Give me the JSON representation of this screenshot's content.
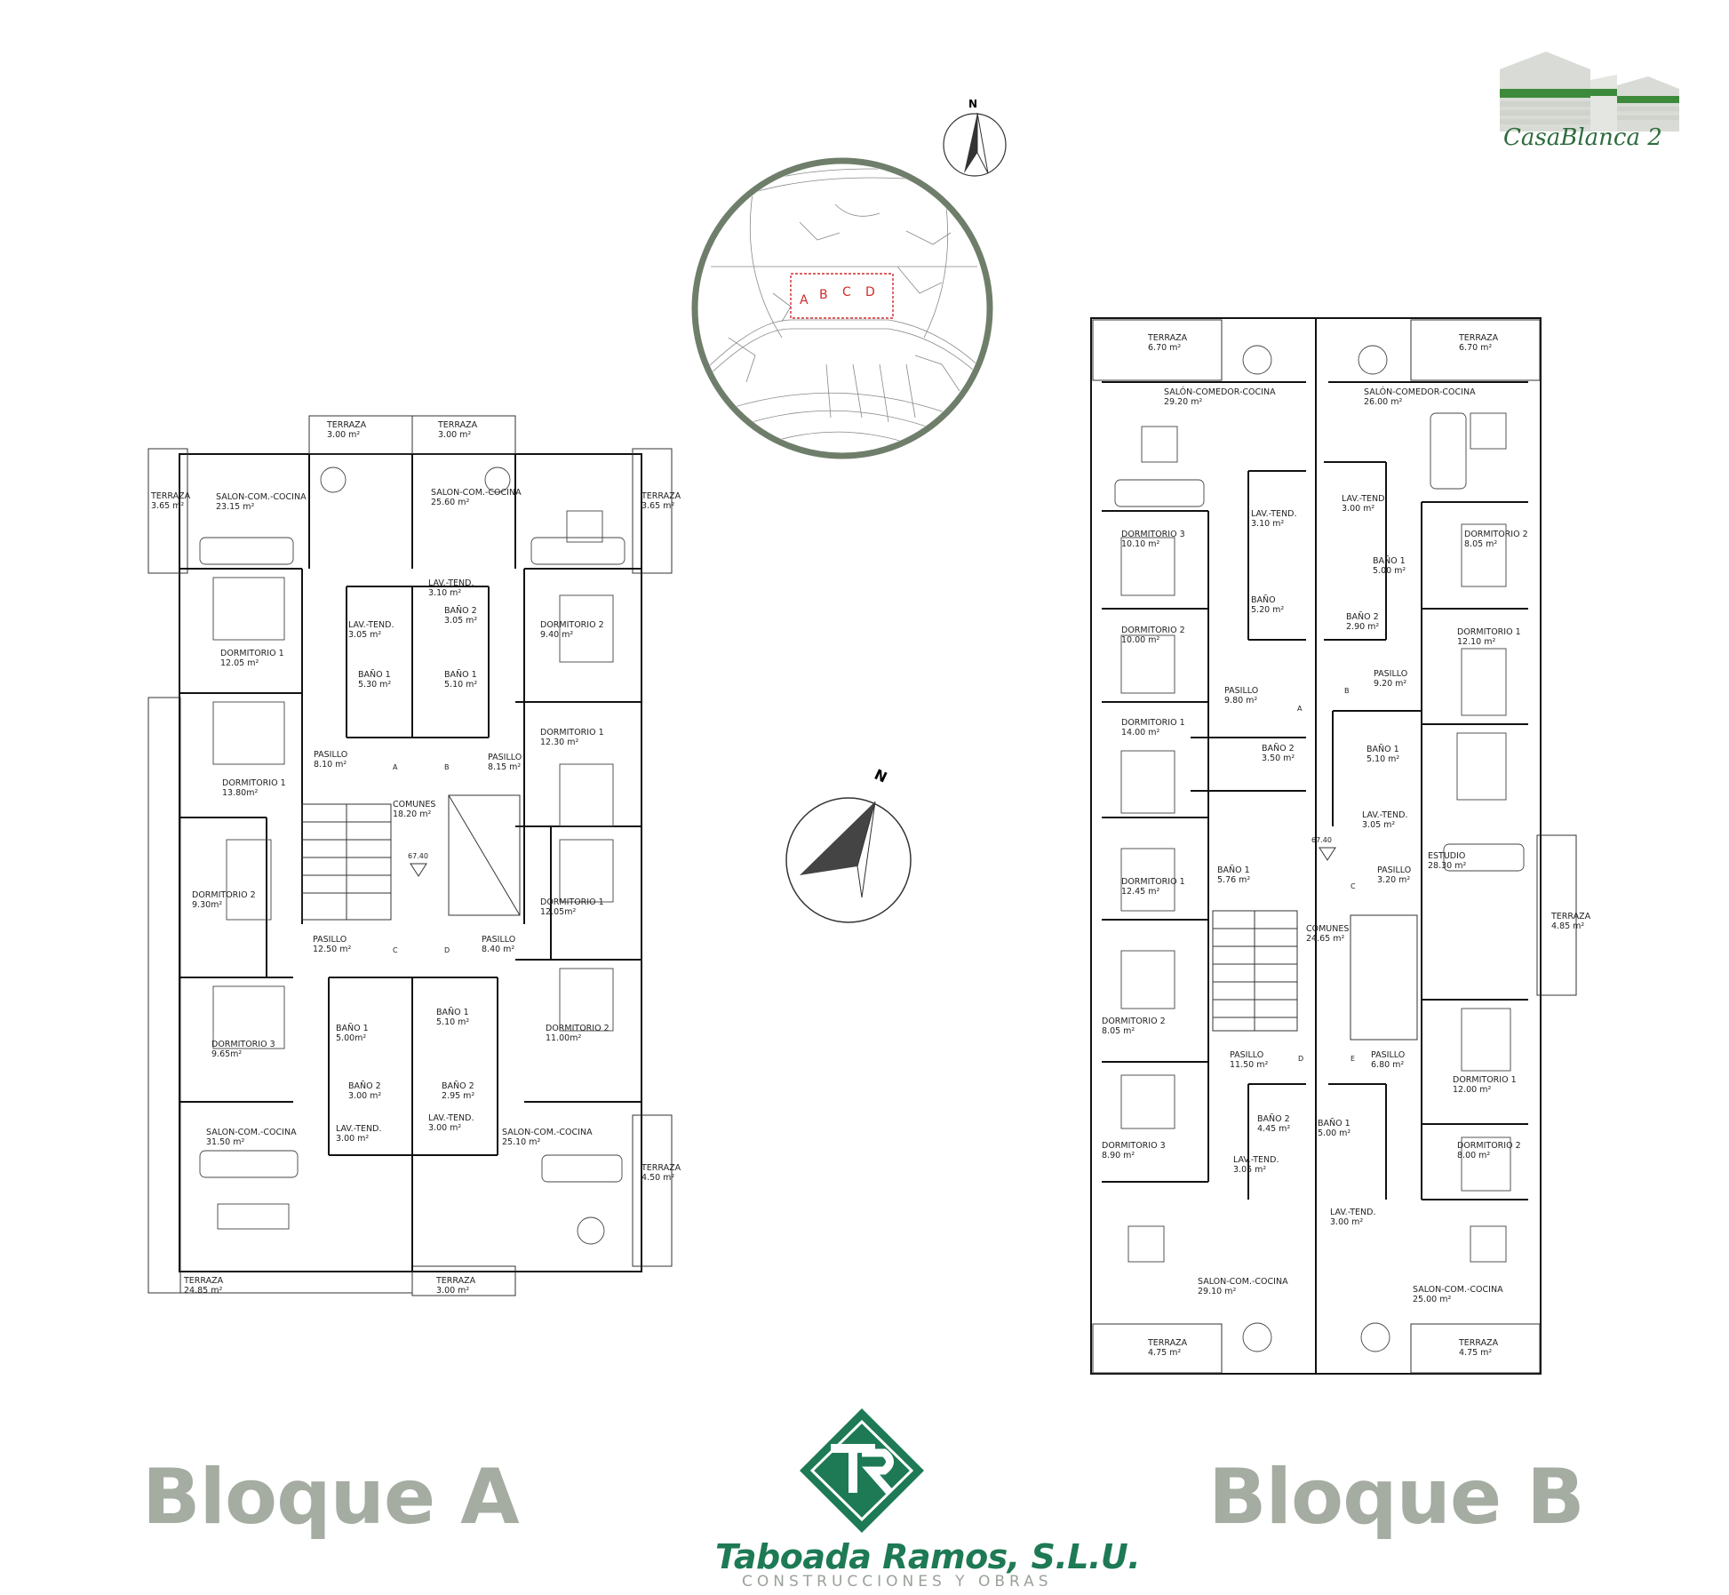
{
  "brand": {
    "name": "CasaBlanca 2"
  },
  "company": {
    "name": "Taboada Ramos, S.L.U.",
    "subtitle": "CONSTRUCCIONES Y OBRAS",
    "mark": "TR"
  },
  "north": {
    "label": "N"
  },
  "site": {
    "labels": [
      "A",
      "B",
      "C",
      "D"
    ]
  },
  "colors": {
    "green": "#1d7a55",
    "title_gray": "#a5aca2",
    "map_ring": "#6e7e6a",
    "site_red": "#d22b2b"
  },
  "blockA": {
    "title": "Bloque A",
    "level": "67.40",
    "doors": [
      "A",
      "B",
      "C",
      "D"
    ],
    "rooms": [
      {
        "name": "TERRAZA",
        "area": "3.00 m²"
      },
      {
        "name": "TERRAZA",
        "area": "3.00 m²"
      },
      {
        "name": "TERRAZA",
        "area": "3.65 m²"
      },
      {
        "name": "TERRAZA",
        "area": "3.65 m²"
      },
      {
        "name": "SALON-COM.-COCINA",
        "area": "23.15 m²"
      },
      {
        "name": "SALON-COM.-COCINA",
        "area": "25.60 m²"
      },
      {
        "name": "LAV.-TEND.",
        "area": "3.10 m²"
      },
      {
        "name": "LAV.-TEND.",
        "area": "3.05 m²"
      },
      {
        "name": "BAÑO 2",
        "area": "3.05 m²"
      },
      {
        "name": "DORMITORIO 2",
        "area": "9.40 m²"
      },
      {
        "name": "DORMITORIO 1",
        "area": "12.05 m²"
      },
      {
        "name": "BAÑO 1",
        "area": "5.30 m²"
      },
      {
        "name": "BAÑO 1",
        "area": "5.10 m²"
      },
      {
        "name": "DORMITORIO 1",
        "area": "12.30 m²"
      },
      {
        "name": "PASILLO",
        "area": "8.10 m²"
      },
      {
        "name": "PASILLO",
        "area": "8.15 m²"
      },
      {
        "name": "DORMITORIO 1",
        "area": "13.80m²"
      },
      {
        "name": "COMUNES",
        "area": "18.20 m²"
      },
      {
        "name": "DORMITORIO 2",
        "area": "9.30m²"
      },
      {
        "name": "DORMITORIO 1",
        "area": "12.05m²"
      },
      {
        "name": "PASILLO",
        "area": "12.50 m²"
      },
      {
        "name": "PASILLO",
        "area": "8.40 m²"
      },
      {
        "name": "BAÑO 1",
        "area": "5.00m²"
      },
      {
        "name": "BAÑO 1",
        "area": "5.10 m²"
      },
      {
        "name": "DORMITORIO 3",
        "area": "9.65m²"
      },
      {
        "name": "DORMITORIO 2",
        "area": "11.00m²"
      },
      {
        "name": "BAÑO 2",
        "area": "3.00 m²"
      },
      {
        "name": "BAÑO 2",
        "area": "2.95 m²"
      },
      {
        "name": "LAV.-TEND.",
        "area": "3.00 m²"
      },
      {
        "name": "LAV.-TEND.",
        "area": "3.00 m²"
      },
      {
        "name": "SALON-COM.-COCINA",
        "area": "31.50 m²"
      },
      {
        "name": "SALON-COM.-COCINA",
        "area": "25.10 m²"
      },
      {
        "name": "TERRAZA",
        "area": "4.50 m²"
      },
      {
        "name": "TERRAZA",
        "area": "24.85 m²"
      },
      {
        "name": "TERRAZA",
        "area": "3.00 m²"
      }
    ]
  },
  "blockB": {
    "title": "Bloque B",
    "level": "67.40",
    "doors": [
      "A",
      "B",
      "C",
      "D",
      "E"
    ],
    "rooms": [
      {
        "name": "TERRAZA",
        "area": "6.70 m²"
      },
      {
        "name": "TERRAZA",
        "area": "6.70 m²"
      },
      {
        "name": "SALÓN-COMEDOR-COCINA",
        "area": "29.20 m²"
      },
      {
        "name": "SALÓN-COMEDOR-COCINA",
        "area": "26.00 m²"
      },
      {
        "name": "LAV.-TEND.",
        "area": "3.00 m²"
      },
      {
        "name": "LAV.-TEND.",
        "area": "3.10 m²"
      },
      {
        "name": "DORMITORIO 3",
        "area": "10.10 m²"
      },
      {
        "name": "DORMITORIO 2",
        "area": "8.05 m²"
      },
      {
        "name": "BAÑO 1",
        "area": "5.00 m²"
      },
      {
        "name": "BAÑO",
        "area": "5.20 m²"
      },
      {
        "name": "BAÑO 2",
        "area": "2.90 m²"
      },
      {
        "name": "DORMITORIO 2",
        "area": "10.00 m²"
      },
      {
        "name": "DORMITORIO 1",
        "area": "12.10 m²"
      },
      {
        "name": "PASILLO",
        "area": "9.20 m²"
      },
      {
        "name": "PASILLO",
        "area": "9.80 m²"
      },
      {
        "name": "DORMITORIO 1",
        "area": "14.00 m²"
      },
      {
        "name": "BAÑO 2",
        "area": "3.50 m²"
      },
      {
        "name": "BAÑO 1",
        "area": "5.10 m²"
      },
      {
        "name": "LAV.-TEND.",
        "area": "3.05 m²"
      },
      {
        "name": "BAÑO 1",
        "area": "5.76 m²"
      },
      {
        "name": "DORMITORIO 1",
        "area": "12.45 m²"
      },
      {
        "name": "ESTUDIO",
        "area": "28.30 m²"
      },
      {
        "name": "PASILLO",
        "area": "3.20 m²"
      },
      {
        "name": "TERRAZA",
        "area": "4.85 m²"
      },
      {
        "name": "COMUNES",
        "area": "24.65 m²"
      },
      {
        "name": "DORMITORIO 2",
        "area": "8.05 m²"
      },
      {
        "name": "PASILLO",
        "area": "11.50 m²"
      },
      {
        "name": "PASILLO",
        "area": "6.80 m²"
      },
      {
        "name": "DORMITORIO 1",
        "area": "12.00 m²"
      },
      {
        "name": "BAÑO 2",
        "area": "4.45 m²"
      },
      {
        "name": "BAÑO 1",
        "area": "5.00 m²"
      },
      {
        "name": "DORMITORIO 3",
        "area": "8.90 m²"
      },
      {
        "name": "DORMITORIO 2",
        "area": "8.00 m²"
      },
      {
        "name": "LAV.-TEND.",
        "area": "3.05 m²"
      },
      {
        "name": "LAV.-TEND.",
        "area": "3.00 m²"
      },
      {
        "name": "SALON-COM.-COCINA",
        "area": "29.10 m²"
      },
      {
        "name": "SALON-COM.-COCINA",
        "area": "25.00 m²"
      },
      {
        "name": "TERRAZA",
        "area": "4.75 m²"
      },
      {
        "name": "TERRAZA",
        "area": "4.75 m²"
      }
    ]
  }
}
